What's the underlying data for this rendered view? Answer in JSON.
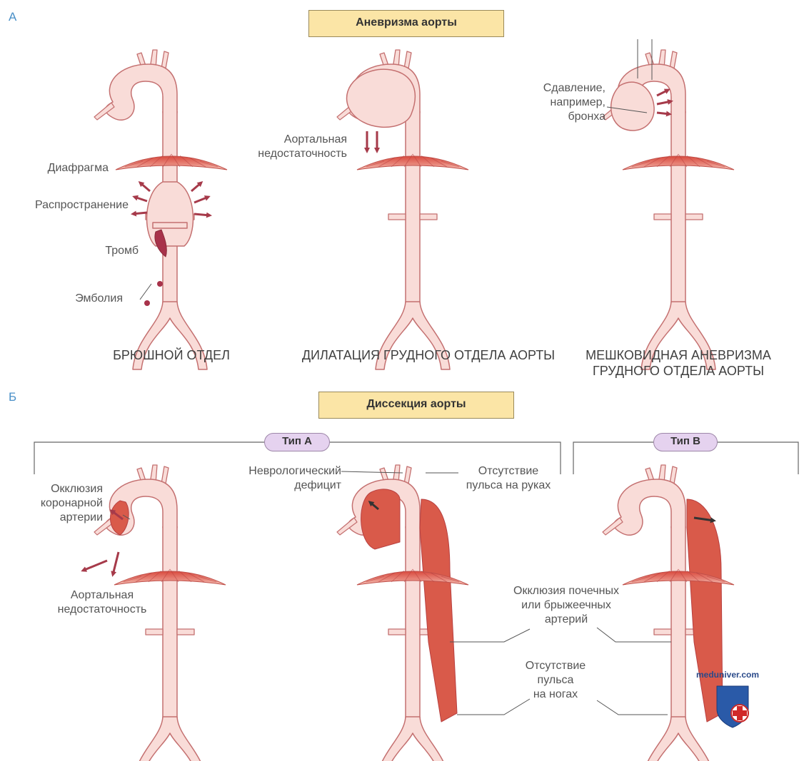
{
  "section_a": {
    "letter": "А",
    "banner": "Аневризма аорты",
    "labels": {
      "diaphragm": "Диафрагма",
      "spread": "Распространение",
      "thrombus": "Тромб",
      "embolism": "Эмболия",
      "aortic_insufficiency": [
        "Аортальная",
        "недостаточность"
      ],
      "compression": [
        "Сдавление,",
        "например,",
        "бронха"
      ]
    },
    "captions": {
      "abdominal": "БРЮШНОЙ ОТДЕЛ",
      "dilatation": "ДИЛАТАЦИЯ ГРУДНОГО ОТДЕЛА АОРТЫ",
      "saccular": [
        "МЕШКОВИДНАЯ АНЕВРИЗМА",
        "ГРУДНОГО ОТДЕЛА АОРТЫ"
      ]
    }
  },
  "section_b": {
    "letter": "Б",
    "banner": "Диссекция аорты",
    "type_a": "Тип А",
    "type_b": "Тип В",
    "labels": {
      "coronary_occlusion": [
        "Окклюзия",
        "коронарной",
        "артерии"
      ],
      "aortic_insufficiency": [
        "Аортальная",
        "недостаточность"
      ],
      "neuro_deficit": [
        "Неврологический",
        "дефицит"
      ],
      "arm_pulse": [
        "Отсутствие",
        "пульса на руках"
      ],
      "renal_occlusion": [
        "Окклюзия почечных",
        "или брыжеечных",
        "артерий"
      ],
      "leg_pulse": [
        "Отсутствие",
        "пульса",
        "на ногах"
      ]
    }
  },
  "watermark": "meduniver.com",
  "colors": {
    "aorta_fill": "#f9dcd8",
    "aorta_stroke": "#c47070",
    "dissection": "#d95a4a",
    "arrow": "#a63a4a",
    "banner": "#fbe5a6",
    "pill": "#e5d2ef",
    "section_letter": "#4a90c8"
  }
}
